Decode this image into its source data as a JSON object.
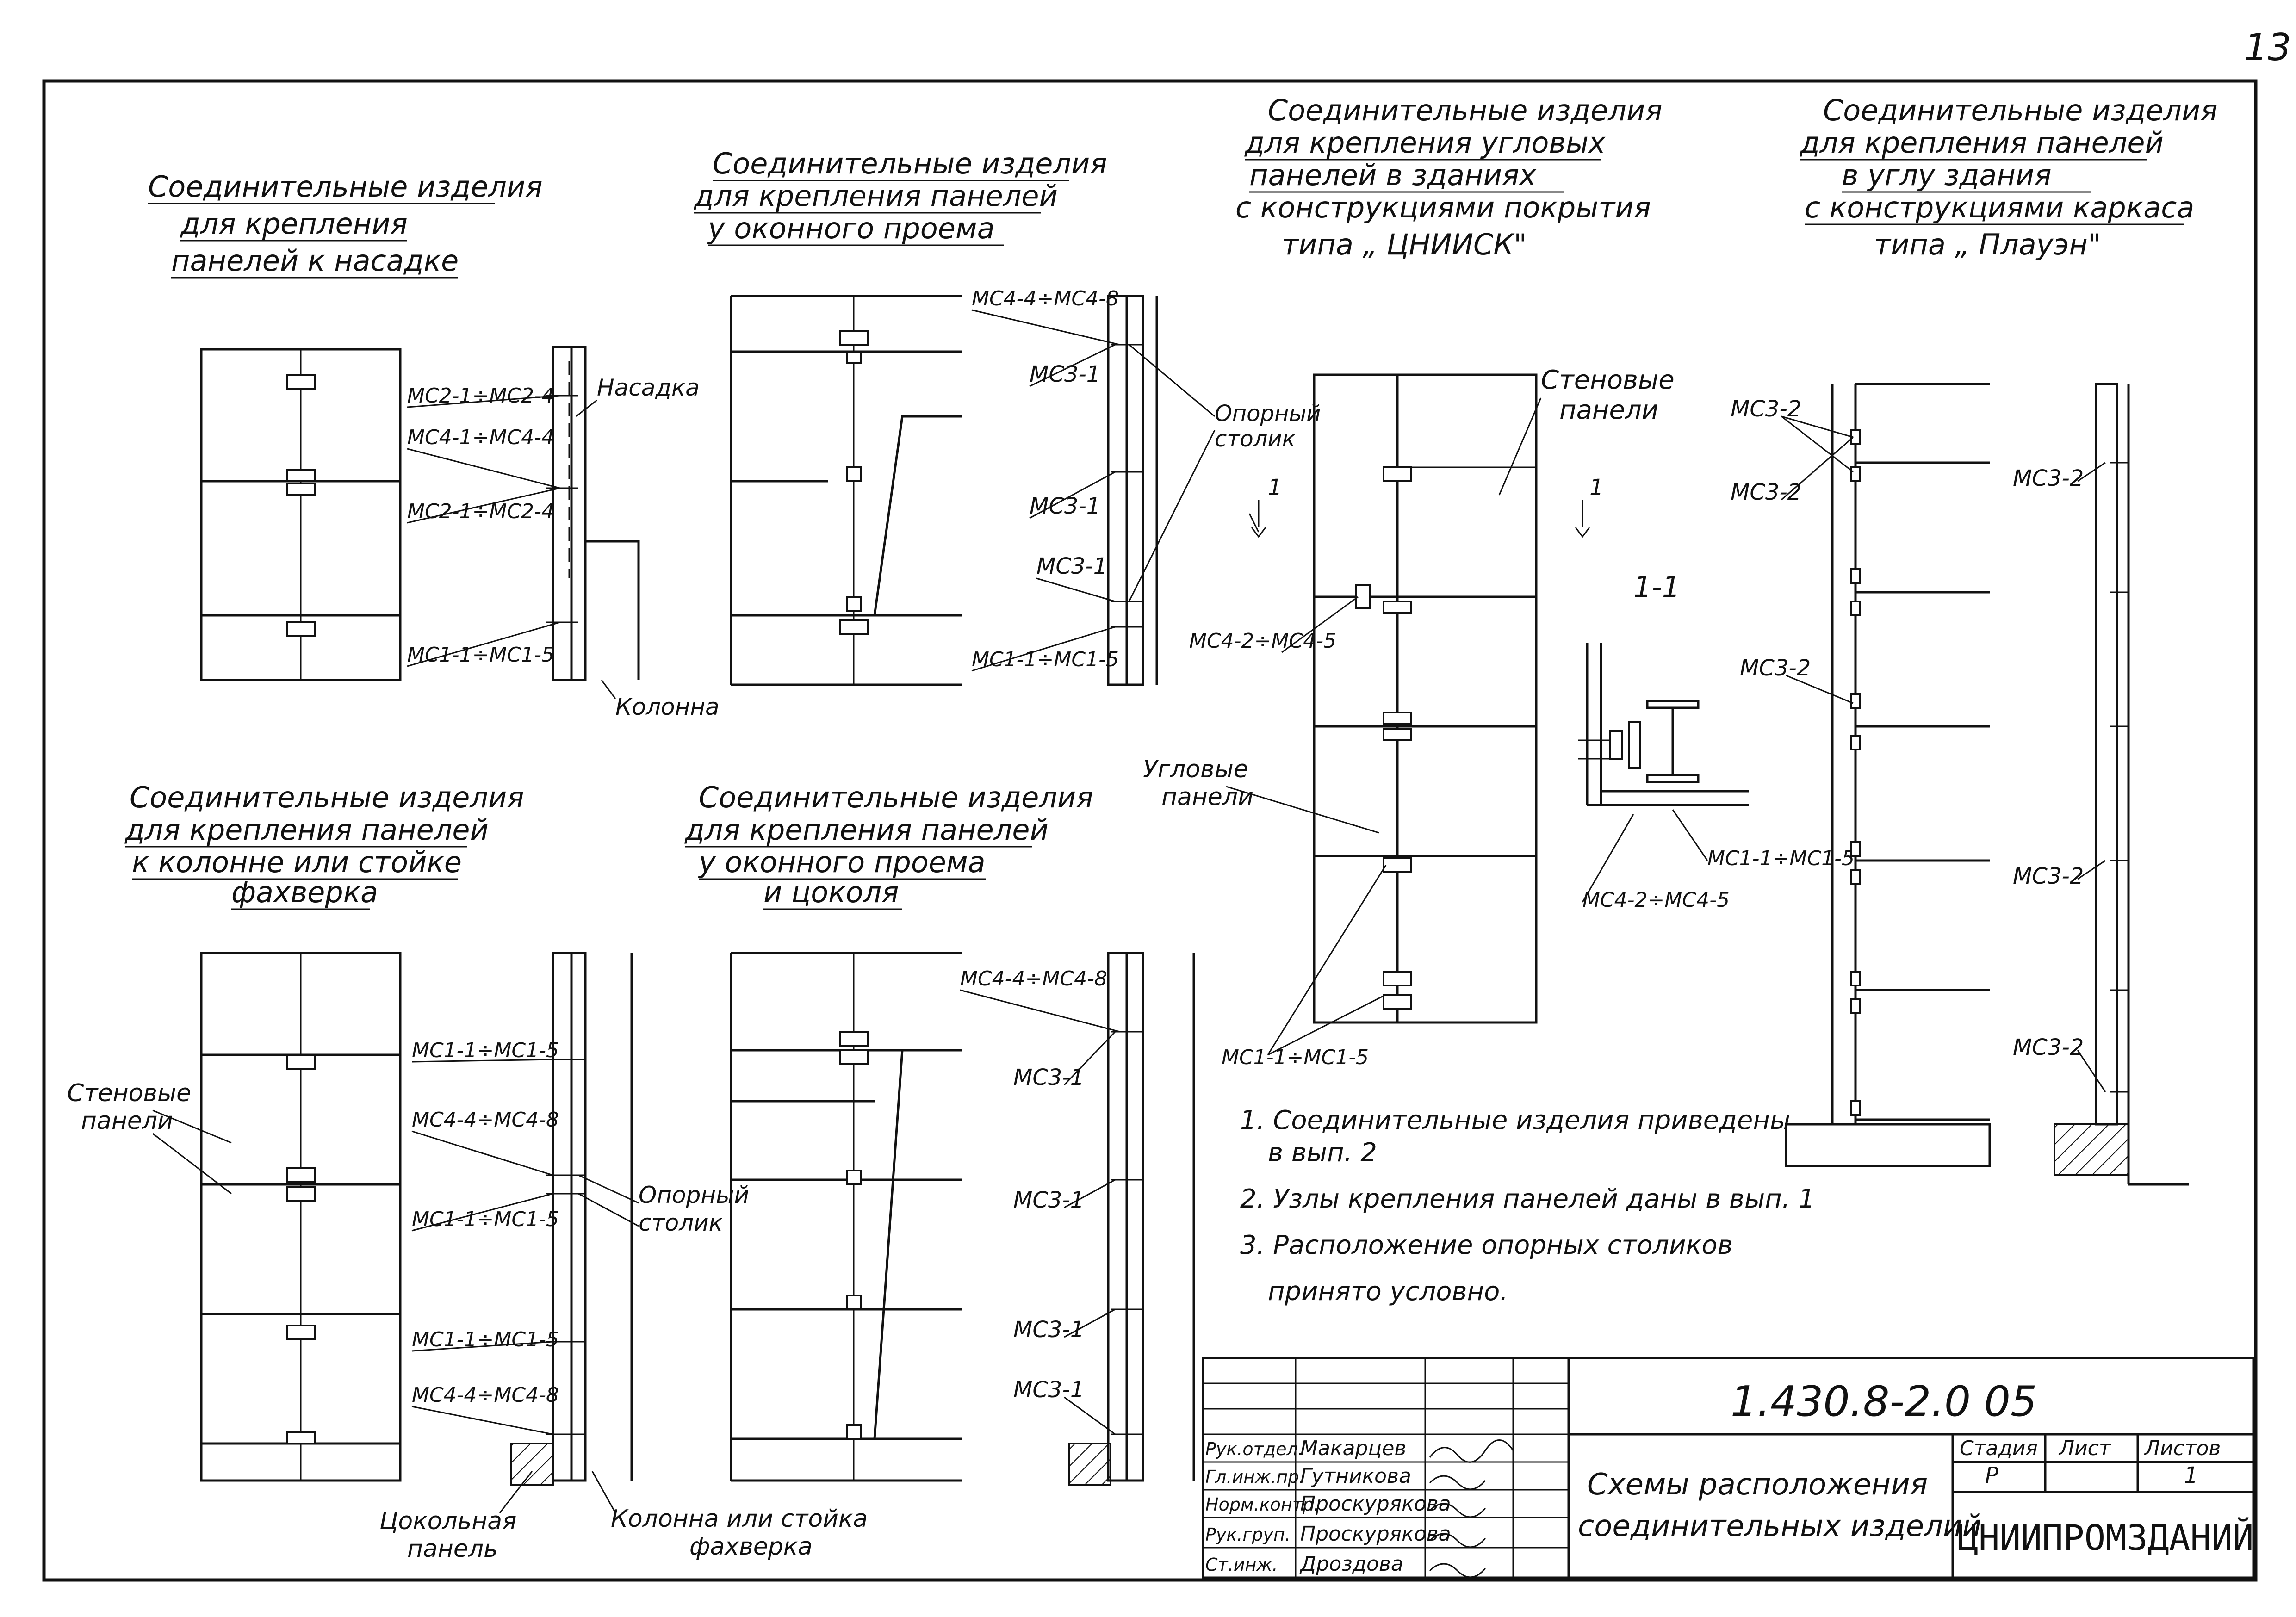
{
  "page_number": "13",
  "titles": {
    "nasadka": [
      "Соединительные изделия",
      "для крепления",
      "панелей к насадке"
    ],
    "window": [
      "Соединительные изделия",
      "для крепления панелей",
      "у оконного проема"
    ],
    "corner_cniisk": [
      "Соединительные изделия",
      "для крепления угловых",
      "панелей в зданиях",
      "с конструкциями покрытия",
      "типа „ ЦНИИСК\""
    ],
    "corner_plauen": [
      "Соединительные изделия",
      "для крепления панелей",
      "в углу здания",
      "с конструкциями каркаса",
      "типа „ Плауэн\""
    ],
    "column": [
      "Соединительные изделия",
      "для крепления панелей",
      "к колонне или стойке",
      "фахверка"
    ],
    "window_plinth": [
      "Соединительные изделия",
      "для крепления панелей",
      "у оконного проема",
      "и цоколя"
    ]
  },
  "labels": {
    "nasadka": {
      "mc2a": "МС2-1÷МС2-4",
      "mc4": "МС4-1÷МС4-4",
      "mc2b": "МС2-1÷МС2-4",
      "mc1": "МС1-1÷МС1-5",
      "nasadka": "Насадка",
      "kolonna": "Колонна"
    },
    "window": {
      "mc4": "МС4-4÷МС4-8",
      "mc3a": "МС3-1",
      "mc3b": "МС3-1",
      "mc3c": "МС3-1",
      "mc1": "МС1-1÷МС1-5",
      "oporny1": "Опорный",
      "oporny2": "столик"
    },
    "corner_cniisk": {
      "stenovye1": "Стеновые",
      "stenovye2": "панели",
      "cut1": "1",
      "cut2": "1",
      "mc4": "МС4-2÷МС4-5",
      "uglovye1": "Угловые",
      "uglovye2": "панели",
      "mc1": "МС1-1÷МС1-5",
      "section": "1-1",
      "mc1s": "МС1-1÷МС1-5",
      "mc4s": "МС4-2÷МС4-5"
    },
    "corner_plauen": {
      "a": "МС3-2",
      "b": "МС3-2",
      "c": "МС3-2",
      "r1": "МС3-2",
      "r2": "МС3-2",
      "r3": "МС3-2"
    },
    "column": {
      "stenovye1": "Стеновые",
      "stenovye2": "панели",
      "a": "МС1-1÷МС1-5",
      "b": "МС4-4÷МС4-8",
      "c": "МС1-1÷МС1-5",
      "d": "МС1-1÷МС1-5",
      "e": "МС4-4÷МС4-8",
      "oporny1": "Опорный",
      "oporny2": "столик",
      "cokol1": "Цокольная",
      "cokol2": "панель",
      "kolonna1": "Колонна или стойка",
      "kolonna2": "фахверка"
    },
    "window_plinth": {
      "mc4": "МС4-4÷МС4-8",
      "a": "МС3-1",
      "b": "МС3-1",
      "c": "МС3-1",
      "d": "МС3-1"
    }
  },
  "notes": [
    "1. Соединительные изделия приведены",
    "в вып. 2",
    "2. Узлы крепления панелей даны в вып. 1",
    "3. Расположение опорных столиков",
    "принято условно."
  ],
  "title_block": {
    "code": "1.430.8-2.0 05",
    "title_line1": "Схемы расположения",
    "title_line2": "соединительных изделий",
    "stage_header": "Стадия",
    "sheet_header": "Лист",
    "sheets_header": "Листов",
    "stage": "Р",
    "sheet": "",
    "sheets": "1",
    "org": "ЦНИИПРОМЗДАНИЙ",
    "signatures": [
      {
        "role": "Рук.отдел.",
        "name": "Макарцев"
      },
      {
        "role": "Гл.инж.пр.",
        "name": "Гутникова"
      },
      {
        "role": "Норм.контр.",
        "name": "Проскурякова"
      },
      {
        "role": "Рук.груп.",
        "name": "Проскурякова"
      },
      {
        "role": "Ст.инж.",
        "name": "Дроздова"
      }
    ]
  }
}
